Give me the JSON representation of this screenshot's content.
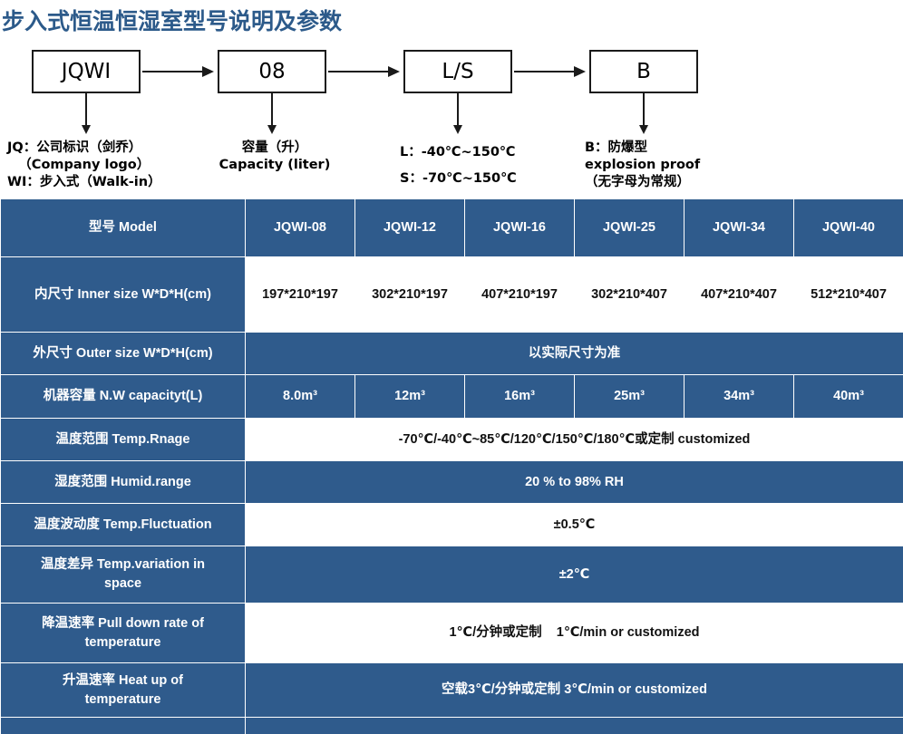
{
  "page": {
    "title": "步入式恒温恒湿室型号说明及参数"
  },
  "diagram": {
    "nodes": [
      {
        "id": "node-jqwi",
        "label": "JQWI"
      },
      {
        "id": "node-08",
        "label": "08"
      },
      {
        "id": "node-ls",
        "label": "L/S"
      },
      {
        "id": "node-b",
        "label": "B"
      }
    ],
    "legends": [
      {
        "id": "legend-jqwi",
        "lines": [
          "JQ：公司标识（剑乔）",
          "（Company logo）",
          "WI：步入式（Walk-in）"
        ]
      },
      {
        "id": "legend-08",
        "lines": [
          "容量（升）",
          "Capacity (liter)"
        ]
      },
      {
        "id": "legend-ls",
        "lines": [
          "L：-40℃~150℃",
          "S：-70℃~150℃"
        ]
      },
      {
        "id": "legend-b",
        "lines": [
          "B：防爆型",
          "explosion proof",
          "（无字母为常规）"
        ]
      }
    ]
  },
  "table": {
    "header": {
      "label": "型号 Model",
      "models": [
        "JQWI-08",
        "JQWI-12",
        "JQWI-16",
        "JQWI-25",
        "JQWI-34",
        "JQWI-40"
      ]
    },
    "rows": [
      {
        "id": "row-inner-size",
        "label": "内尺寸 Inner size W*D*H(cm)",
        "style": "white-cells",
        "values": [
          "197*210*197",
          "302*210*197",
          "407*210*197",
          "302*210*407",
          "407*210*407",
          "512*210*407"
        ]
      },
      {
        "id": "row-outer-size",
        "label": "外尺寸 Outer size W*D*H(cm)",
        "style": "blue-merged",
        "value": "以实际尺寸为准"
      },
      {
        "id": "row-nw-capacity",
        "label": "机器容量 N.W capacityt(L)",
        "style": "blue-cells",
        "values": [
          "8.0m³",
          "12m³",
          "16m³",
          "25m³",
          "34m³",
          "40m³"
        ]
      },
      {
        "id": "row-temp-range",
        "label": "温度范围 Temp.Rnage",
        "style": "white-merged",
        "value": "-70℃/-40℃~85℃/120℃/150℃/180℃或定制 customized"
      },
      {
        "id": "row-humid-range",
        "label": "湿度范围 Humid.range",
        "style": "blue-merged",
        "value": "20 % to 98% RH"
      },
      {
        "id": "row-temp-fluctuation",
        "label": "温度波动度 Temp.Fluctuation",
        "style": "white-merged",
        "value": "±0.5℃"
      },
      {
        "id": "row-temp-variation",
        "label": "温度差异 Temp.variation in space",
        "style": "blue-merged",
        "value": "±2℃"
      },
      {
        "id": "row-pull-down-rate",
        "label": "降温速率 Pull down rate of temperature",
        "style": "white-merged",
        "value": "1℃/分钟或定制    1℃/min or customized"
      },
      {
        "id": "row-heat-up-rate",
        "label": "升温速率 Heat up of temperature",
        "style": "blue-merged",
        "value": "空载3℃/分钟或定制 3℃/min or customized"
      },
      {
        "id": "row-cut-off",
        "label": "",
        "style": "blue-merged",
        "value": ""
      }
    ]
  },
  "colors": {
    "brand_blue": "#2f5b8c",
    "title_blue": "#2c5a8a",
    "cell_white": "#ffffff",
    "text_dark": "#111111"
  }
}
